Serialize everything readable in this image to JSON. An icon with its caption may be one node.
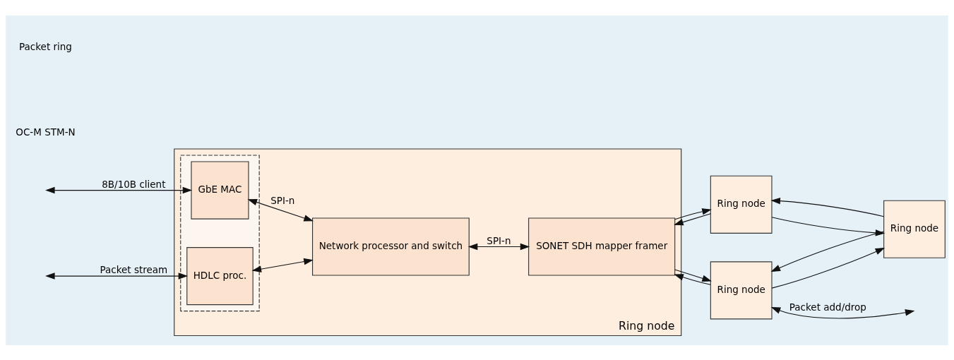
{
  "diagram": {
    "nodes": [
      {
        "text": [
          "Ring node"
        ]
      },
      {
        "text": [],
        "shape": "box",
        "in": 0
      },
      {
        "text": [
          "GbE MAC"
        ],
        "in": 1
      },
      {
        "text": [
          "HDLC proc."
        ],
        "in": 1
      },
      {
        "text": [
          "Network processor and switch"
        ],
        "in": 0
      },
      {
        "text": [
          "SONET SDH mapper framer"
        ],
        "in": 0
      },
      {
        "text": [
          "Ring node"
        ]
      },
      {
        "text": [
          "Ring node"
        ]
      },
      {
        "text": [
          "Ring node"
        ]
      }
    ],
    "edges": [
      {
        "from": null,
        "to": 2,
        "arrow": "both",
        "label": "8B/10B client"
      },
      {
        "from": null,
        "to": 3,
        "arrow": "both",
        "label": "Packet stream"
      },
      {
        "from": 2,
        "to": 4,
        "arrow": "both",
        "label": "SPI-n"
      },
      {
        "from": 3,
        "to": 4,
        "arrow": "both"
      },
      {
        "from": 4,
        "to": 5,
        "arrow": "both",
        "label": "SPI-n"
      },
      {
        "from": 5,
        "to": 6,
        "arrow": "to"
      },
      {
        "from": 6,
        "to": 5,
        "arrow": "to"
      },
      {
        "from": 6,
        "to": 7,
        "arrow": "to"
      },
      {
        "from": 7,
        "to": 6,
        "arrow": "to"
      },
      {
        "from": 7,
        "to": 8,
        "arrow": "to"
      },
      {
        "from": 8,
        "to": 7,
        "arrow": "to"
      },
      {
        "from": 8,
        "to": 5,
        "arrow": "to"
      },
      {
        "from": 5,
        "to": 8,
        "arrow": "to"
      },
      {
        "from": 8,
        "to": null,
        "arrow": "both",
        "label": "Packet add/drop"
      }
    ],
    "labels": [
      "OC-M STM-N",
      "Packet ring"
    ]
  }
}
